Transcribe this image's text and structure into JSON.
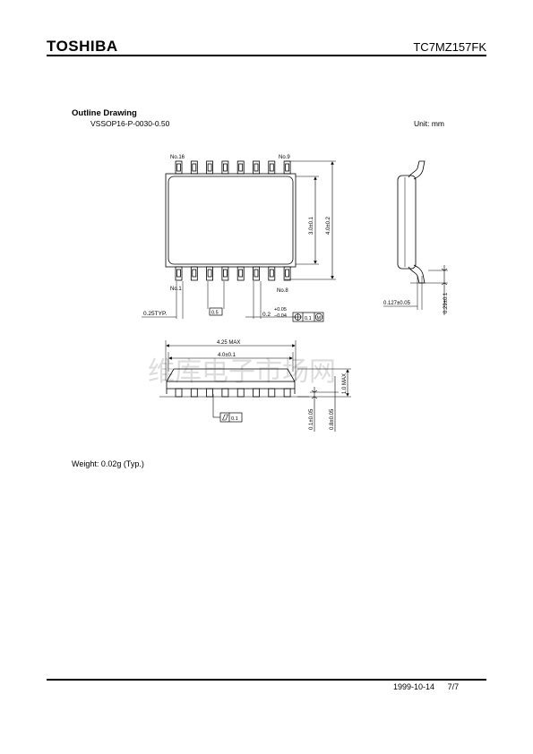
{
  "header": {
    "brand": "TOSHIBA",
    "part_number": "TC7MZ157FK"
  },
  "section": {
    "title": "Outline Drawing",
    "package_code": "VSSOP16-P-0030-0.50",
    "unit_label": "Unit: mm"
  },
  "drawing": {
    "top_view": {
      "pin_top_right": "No.9",
      "pin_top_left": "No.16",
      "pin_bottom_left": "No.1",
      "pin_bottom_right": "No.8",
      "body_width_dim": "3.0±0.1",
      "overall_width_dim": "4.0±0.2",
      "lead_width_dim": "0.25TYP.",
      "pitch_dim": "0.5",
      "lead_tol_base": "0.2",
      "lead_tol_plus": "+0.05",
      "lead_tol_minus": "−0.04",
      "position_tol": "0.1",
      "position_modifier": "M"
    },
    "side_view": {
      "lead_thickness_dim": "0.127±0.05",
      "lead_foot_dim": "0.29±0.1"
    },
    "front_view": {
      "max_length_dim": "4.25 MAX",
      "body_length_dim": "4.0±0.1",
      "height_max_dim": "1.0 MAX",
      "standoff_dim": "0.1±0.05",
      "body_height_dim": "0.8±0.05",
      "flatness_tol": "0.1"
    },
    "watermark": "维库电子市场网"
  },
  "weight_label": "Weight: 0.02g (Typ.)",
  "footer": {
    "date": "1999-10-14",
    "page": "7/7"
  }
}
